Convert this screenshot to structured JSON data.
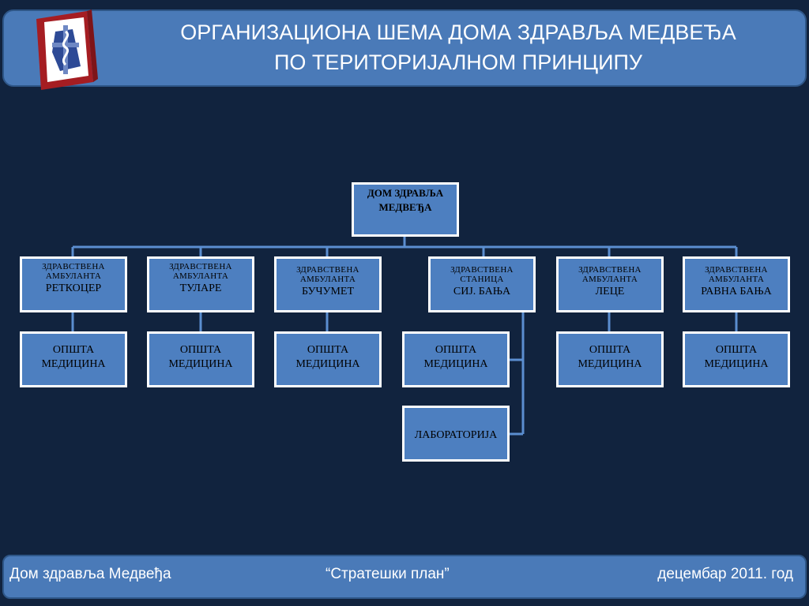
{
  "header": {
    "title_line1": "ОРГАНИЗАЦИОНА ШЕМА ДОМА ЗДРАВЉА МЕДВЕЂА",
    "title_line2": "ПО ТЕРИТОРИЈАЛНОМ ПРИНЦИПУ"
  },
  "chart": {
    "root": {
      "line1": "ДОМ ЗДРАВЉА",
      "line2": "МЕДВЕЂА"
    },
    "units": [
      {
        "type_line1": "ЗДРАВСТВЕНА",
        "type_line2": "АМБУЛАНТА",
        "name": "РЕТКОЦЕР",
        "children": [
          "ОПШТА МЕДИЦИНА"
        ]
      },
      {
        "type_line1": "ЗДРАВСТВЕНА",
        "type_line2": "АМБУЛАНТА",
        "name": "ТУЛАРЕ",
        "children": [
          "ОПШТА МЕДИЦИНА"
        ]
      },
      {
        "type_line1": "ЗДРАВСТВЕНА",
        "type_line2": "АМБУЛАНТА",
        "name": "БУЧУМЕТ",
        "children": [
          "ОПШТА МЕДИЦИНА"
        ]
      },
      {
        "type_line1": "ЗДРАВСТВЕНА",
        "type_line2": "СТАНИЦА",
        "name": "СИЈ. БАЊА",
        "children": [
          "ОПШТА МЕДИЦИНА",
          "ЛАБОРАТОРИЈА"
        ]
      },
      {
        "type_line1": "ЗДРАВСТВЕНА",
        "type_line2": "АМБУЛАНТА",
        "name": "ЛЕЦЕ",
        "children": [
          "ОПШТА МЕДИЦИНА"
        ]
      },
      {
        "type_line1": "ЗДРАВСТВЕНА",
        "type_line2": "АМБУЛАНТА",
        "name": "РАВНА БАЊА",
        "children": [
          "ОПШТА МЕДИЦИНА"
        ]
      }
    ]
  },
  "footer": {
    "left": "Дом здравља Медвеђа",
    "center": "“Стратешки план”",
    "right": "децембар 2011. год"
  },
  "colors": {
    "background": "#11233e",
    "banner": "#4a7ab8",
    "box": "#4d7fc0",
    "connector": "#5b8ed0"
  },
  "icons": {
    "logo": "health-center-logo-icon"
  }
}
